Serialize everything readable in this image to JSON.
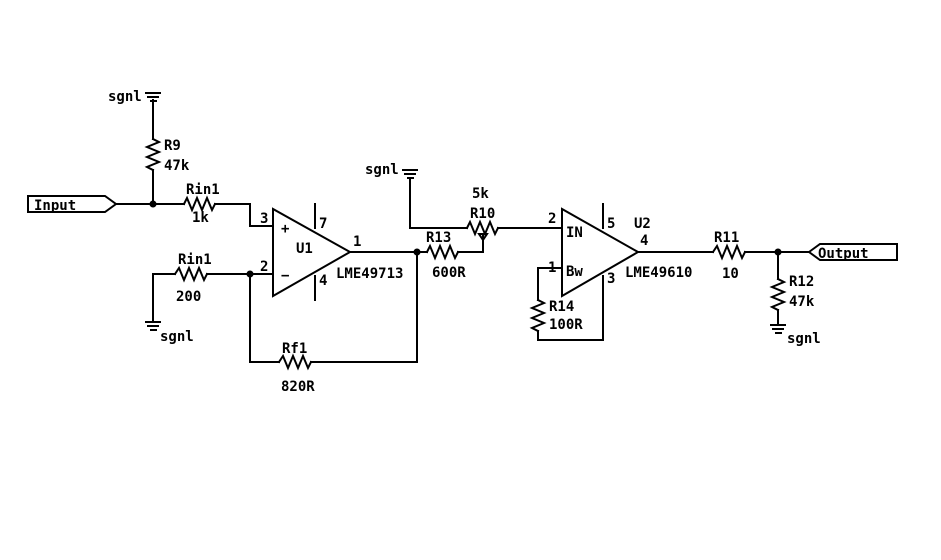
{
  "ports": {
    "input": "Input",
    "output": "Output"
  },
  "ground_label": "sgnl",
  "resistors": {
    "r9": {
      "ref": "R9",
      "value": "47k"
    },
    "rin1a": {
      "ref": "Rin1",
      "value": "1k"
    },
    "rin1b": {
      "ref": "Rin1",
      "value": "200"
    },
    "rf1": {
      "ref": "Rf1",
      "value": "820R"
    },
    "r13": {
      "ref": "R13",
      "value": "600R"
    },
    "r10": {
      "ref": "R10",
      "value": "5k"
    },
    "r14": {
      "ref": "R14",
      "value": "100R"
    },
    "r11": {
      "ref": "R11",
      "value": "10"
    },
    "r12": {
      "ref": "R12",
      "value": "47k"
    }
  },
  "u1": {
    "ref": "U1",
    "part": "LME49713",
    "pins": {
      "non_inv": "3",
      "inv": "2",
      "out": "1",
      "top": "7",
      "bottom": "4"
    },
    "signs": {
      "plus": "+",
      "minus": "−"
    }
  },
  "u2": {
    "ref": "U2",
    "part": "LME49610",
    "pins": {
      "in": "2",
      "bw": "1",
      "out": "4",
      "top": "5",
      "bottom": "3"
    },
    "pin_names": {
      "in": "IN",
      "bw": "Bw"
    }
  }
}
